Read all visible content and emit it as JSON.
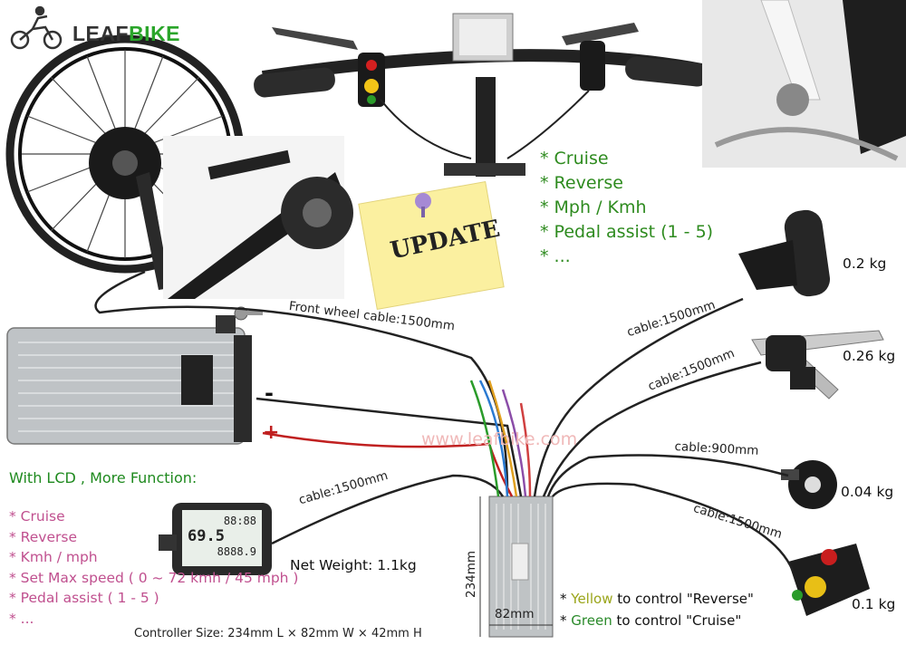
{
  "brand": {
    "name_leaf": "LEAF",
    "name_bike": "BIKE",
    "color_leaf": "#333333",
    "color_bike": "#2aa52a"
  },
  "update_note": {
    "text": "UPDATE",
    "color": "#fbf0a0"
  },
  "features_top": [
    "* Cruise",
    "* Reverse",
    "* Mph / Kmh",
    "* Pedal assist (1 - 5)",
    "* ..."
  ],
  "lcd_block": {
    "title": "With LCD , More Function:",
    "items": [
      "* Cruise",
      "* Reverse",
      "* Kmh / mph",
      "* Set Max speed ( 0 ~ 72 kmh / 45 mph )",
      "* Pedal assist ( 1 - 5 )",
      "* ..."
    ]
  },
  "cables": {
    "front_wheel": "Front wheel cable:1500mm",
    "throttle": "cable:1500mm",
    "brake": "cable:1500mm",
    "pas": "cable:900mm",
    "switch": "cable:1500mm",
    "lcd": "cable:1500mm"
  },
  "weights": {
    "throttle": "0.2 kg",
    "brake": "0.26 kg",
    "pas": "0.04 kg",
    "switch": "0.1 kg",
    "lcd": "Net Weight: 1.1kg"
  },
  "battery": {
    "minus": "-",
    "plus": "+"
  },
  "watermark": "www.leafbike.com",
  "controller": {
    "height_label": "234mm",
    "width_label": "82mm",
    "size": "Controller Size: 234mm L × 82mm W × 42mm H"
  },
  "notes": {
    "yellow": {
      "prefix": "* ",
      "color_word": "Yellow",
      "rest": " to control \"Reverse\""
    },
    "green": {
      "prefix": "* ",
      "color_word": "Green",
      "rest": " to control \"Cruise\""
    }
  },
  "lcd_display": {
    "speed": "69.5",
    "odo": "88:88",
    "trip": "8888.9"
  },
  "icons": [
    "cyclist-logo-icon",
    "push-pin-icon",
    "battery-key-icon"
  ]
}
